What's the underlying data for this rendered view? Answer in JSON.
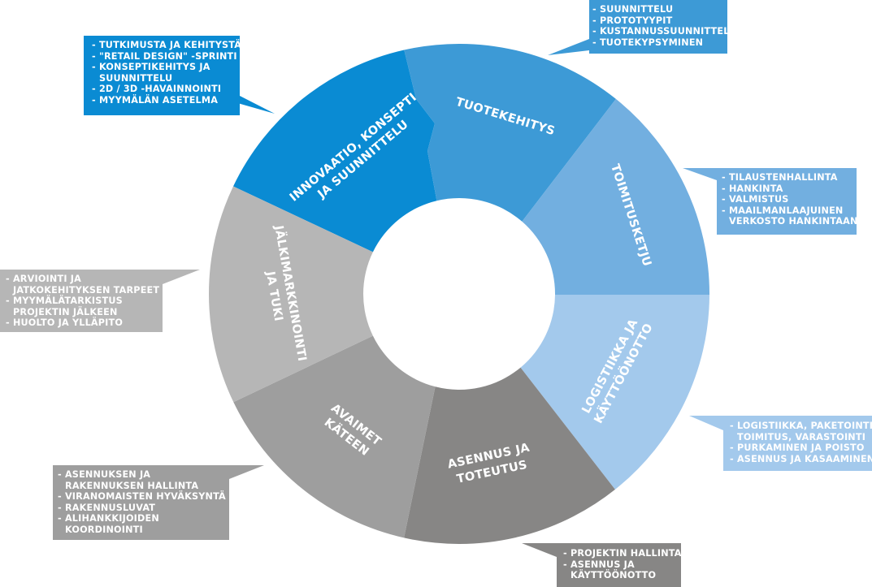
{
  "diagram": {
    "type": "segmented-ring",
    "colors": {
      "innovaatio": "#0a8bd3",
      "tuotekehitys": "#3d9ad6",
      "toimitusketju": "#72afe0",
      "logistiikka": "#a3c9ec",
      "asennus": "#878685",
      "avaimet": "#9e9e9e",
      "jalki": "#b6b6b6"
    },
    "segments": [
      {
        "id": "innovaatio",
        "label_lines": [
          "INNOVAATIO, KONSEPTI",
          "JA SUUNNITTELU"
        ],
        "callout": [
          "TUTKIMUSTA JA KEHITYSTÄ",
          "\"RETAIL DESIGN\" -SPRINTI",
          "KONSEPTIKEHITYS JA SUUNNITTELU",
          "2D / 3D -HAVAINNOINTI",
          "MYYMÄLÄN ASETELMA"
        ]
      },
      {
        "id": "tuotekehitys",
        "label_lines": [
          "TUOTEKEHITYS"
        ],
        "callout": [
          "SUUNNITTELU",
          "PROTOTYYPIT",
          "KUSTANNUSSUUNNITTELU",
          "TUOTEKYPSYMINEN"
        ]
      },
      {
        "id": "toimitusketju",
        "label_lines": [
          "TOIMITUSKETJU"
        ],
        "callout": [
          "TILAUSTENHALLINTA",
          "HANKINTA",
          "VALMISTUS",
          "MAAILMANLAAJUINEN VERKOSTO HANKINTAAN"
        ]
      },
      {
        "id": "logistiikka",
        "label_lines": [
          "LOGISTIIKKA JA",
          "KÄYTTÖÖNOTTO"
        ],
        "callout": [
          "LOGISTIIKKA, PAKETOINTI, TOIMITUS, VARASTOINTI",
          "PURKAMINEN JA POISTO",
          "ASENNUS JA KASAAMINEN"
        ]
      },
      {
        "id": "asennus",
        "label_lines": [
          "ASENNUS JA",
          "TOTEUTUS"
        ],
        "callout": [
          "PROJEKTIN HALLINTA",
          "ASENNUS JA KÄYTTÖÖNOTTO"
        ]
      },
      {
        "id": "avaimet",
        "label_lines": [
          "AVAIMET",
          "KÄTEEN"
        ],
        "callout": [
          "ASENNUKSEN JA RAKENNUKSEN HALLINTA",
          "VIRANOMAISTEN HYVÄKSYNTÄ",
          "RAKENNUSLUVAT",
          "ALIHANKKIJOIDEN KOORDINOINTI"
        ]
      },
      {
        "id": "jalki",
        "label_lines": [
          "JÄLKIMARKKINOINTI",
          "JA TUKI"
        ],
        "callout": [
          "ARVIOINTI JA JATKOKEHITYKSEN TARPEET",
          "MYYMÄLÄTARKISTUS PROJEKTIN JÄLKEEN",
          "HUOLTO JA YLLÄPITO"
        ]
      }
    ]
  }
}
